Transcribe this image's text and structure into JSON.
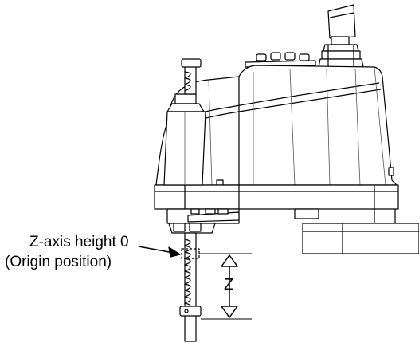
{
  "labels": {
    "origin_line1": "Z-axis height 0",
    "origin_line2": "(Origin position)",
    "z_dimension": "Z"
  },
  "colors": {
    "stroke": "#000000",
    "fill": "#ffffff",
    "light_stroke": "#555555"
  }
}
